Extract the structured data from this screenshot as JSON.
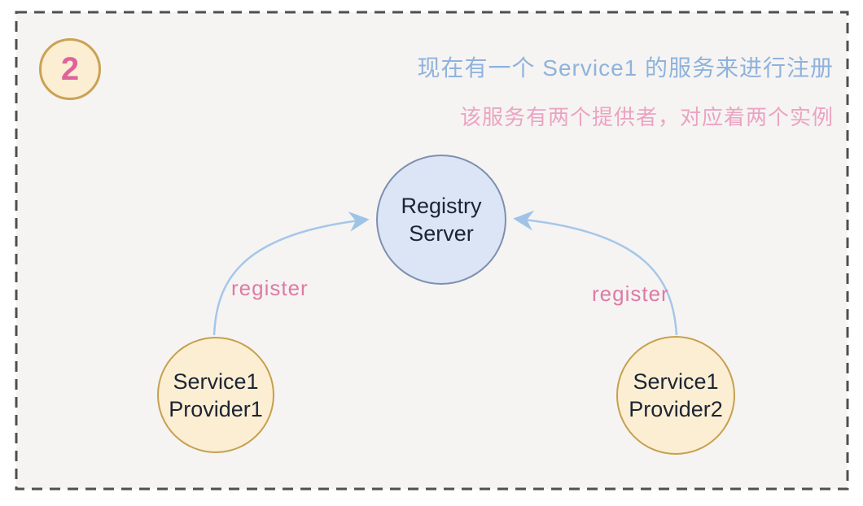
{
  "badge": {
    "number": "2"
  },
  "headings": {
    "line1": {
      "text": "现在有一个 Service1 的服务来进行注册",
      "color": "#8fb2dd"
    },
    "line2": {
      "text": "该服务有两个提供者，对应着两个实例",
      "color": "#eca3c3"
    }
  },
  "nodes": {
    "registry": {
      "line1": "Registry",
      "line2": "Server",
      "fill": "#dbe5f6",
      "border": "#7e90b0"
    },
    "provider1": {
      "line1": "Service1",
      "line2": "Provider1",
      "fill": "#fbeed3",
      "border": "#c6a04e"
    },
    "provider2": {
      "line1": "Service1",
      "line2": "Provider2",
      "fill": "#fbeed3",
      "border": "#c6a04e"
    }
  },
  "edges": {
    "left": {
      "label": "register"
    },
    "right": {
      "label": "register"
    }
  },
  "colors": {
    "frame_border": "#4f4f4f",
    "inner_background": "#f5f4f2",
    "badge_fill": "#fbeed2",
    "badge_border": "#cba253",
    "badge_number": "#de639c",
    "arrow": "#a5c7e9",
    "edge_label": "#df7aa6",
    "node_text": "#1d2433"
  }
}
